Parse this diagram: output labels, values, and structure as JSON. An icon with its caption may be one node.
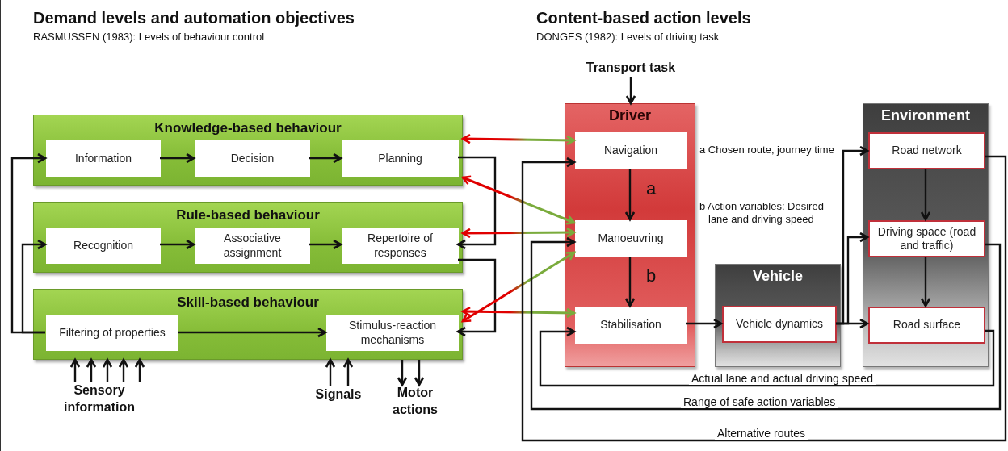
{
  "diagram": {
    "nodes": [
      {
        "text": [
          "Knowledge-based behaviour"
        ]
      },
      {
        "text": [
          "Information"
        ],
        "in": 0
      },
      {
        "text": [
          "Decision"
        ],
        "in": 0
      },
      {
        "text": [
          "Planning"
        ],
        "in": 0
      },
      {
        "text": [
          "Rule-based behaviour"
        ]
      },
      {
        "text": [
          "Recognition"
        ],
        "in": 4
      },
      {
        "text": [
          "Associative assignment"
        ],
        "in": 4
      },
      {
        "text": [
          "Repertoire of responses"
        ],
        "in": 4
      },
      {
        "text": [
          "Skill-based behaviour"
        ]
      },
      {
        "text": [
          "Filtering of properties"
        ],
        "in": 8
      },
      {
        "text": [
          "Stimulus-reaction mechanisms"
        ],
        "in": 8
      },
      {
        "text": [
          "Sensory information"
        ]
      },
      {
        "text": [
          "Signals"
        ]
      },
      {
        "text": [
          "Motor actions"
        ]
      },
      {
        "text": [
          "Transport task"
        ]
      },
      {
        "text": [
          "Driver"
        ]
      },
      {
        "text": [
          "Navigation"
        ],
        "in": 15
      },
      {
        "text": [
          "Manoeuvring"
        ],
        "in": 15
      },
      {
        "text": [
          "Stabilisation"
        ],
        "in": 15
      },
      {
        "text": [
          "Vehicle"
        ]
      },
      {
        "text": [
          "Vehicle dynamics"
        ],
        "in": 19
      },
      {
        "text": [
          "Environment"
        ]
      },
      {
        "text": [
          "Road network"
        ],
        "in": 21
      },
      {
        "text": [
          "Driving space (road and traffic)"
        ],
        "in": 21
      },
      {
        "text": [
          "Road surface"
        ],
        "in": 21
      }
    ],
    "edges": [
      {
        "from": 1,
        "to": 2,
        "arrow": "to"
      },
      {
        "from": 2,
        "to": 3,
        "arrow": "to"
      },
      {
        "from": 5,
        "to": 6,
        "arrow": "to"
      },
      {
        "from": 6,
        "to": 7,
        "arrow": "to"
      },
      {
        "from": 9,
        "to": 10,
        "arrow": "to"
      },
      {
        "from": 3,
        "to": 7,
        "arrow": "to"
      },
      {
        "from": 7,
        "to": 10,
        "arrow": "to"
      },
      {
        "from": 9,
        "to": 1,
        "arrow": "to"
      },
      {
        "from": 9,
        "to": 5,
        "arrow": "to"
      },
      {
        "from": 0,
        "to": 16,
        "arrow": "both",
        "color": "#e00000"
      },
      {
        "from": 0,
        "to": 17,
        "arrow": "both",
        "color": "#e00000"
      },
      {
        "from": 4,
        "to": 17,
        "arrow": "both",
        "color": "#e00000"
      },
      {
        "from": 8,
        "to": 17,
        "arrow": "both",
        "color": "#e00000"
      },
      {
        "from": 8,
        "to": 18,
        "arrow": "both",
        "color": "#e00000"
      },
      {
        "from": 16,
        "to": 17,
        "arrow": "to",
        "label": "a"
      },
      {
        "from": 17,
        "to": 18,
        "arrow": "to",
        "label": "b"
      },
      {
        "from": 18,
        "to": 20,
        "arrow": "to"
      },
      {
        "from": 20,
        "to": 24,
        "arrow": "to"
      },
      {
        "from": 20,
        "to": 23,
        "arrow": "to"
      },
      {
        "from": 20,
        "to": 22,
        "arrow": "to"
      },
      {
        "from": 22,
        "to": 23,
        "arrow": "to"
      },
      {
        "from": 23,
        "to": 24,
        "arrow": "to"
      },
      {
        "from": 24,
        "to": 18,
        "arrow": "to",
        "label": "Actual lane and actual driving speed"
      },
      {
        "from": 23,
        "to": 17,
        "arrow": "to",
        "label": "Range of safe action variables"
      },
      {
        "from": 22,
        "to": 16,
        "arrow": "to",
        "label": "Alternative routes"
      },
      {
        "from": 14,
        "to": 15,
        "arrow": "to"
      },
      {
        "from": 11,
        "to": 8,
        "arrow": "to"
      },
      {
        "from": 11,
        "to": 8,
        "arrow": "to"
      },
      {
        "from": 11,
        "to": 8,
        "arrow": "to"
      },
      {
        "from": 11,
        "to": 8,
        "arrow": "to"
      },
      {
        "from": 11,
        "to": 8,
        "arrow": "to"
      },
      {
        "from": 12,
        "to": 8,
        "arrow": "to"
      },
      {
        "from": 12,
        "to": 8,
        "arrow": "to"
      },
      {
        "from": 8,
        "to": 13,
        "arrow": "to"
      },
      {
        "from": 8,
        "to": 13,
        "arrow": "to"
      }
    ],
    "labels": [
      "Demand levels and automation objectives",
      "RASMUSSEN (1983): Levels of behaviour control",
      "Content-based action levels",
      "DONGES (1982): Levels of driving task",
      "a Chosen route, journey time",
      "b Action variables: Desired lane and driving speed"
    ]
  }
}
